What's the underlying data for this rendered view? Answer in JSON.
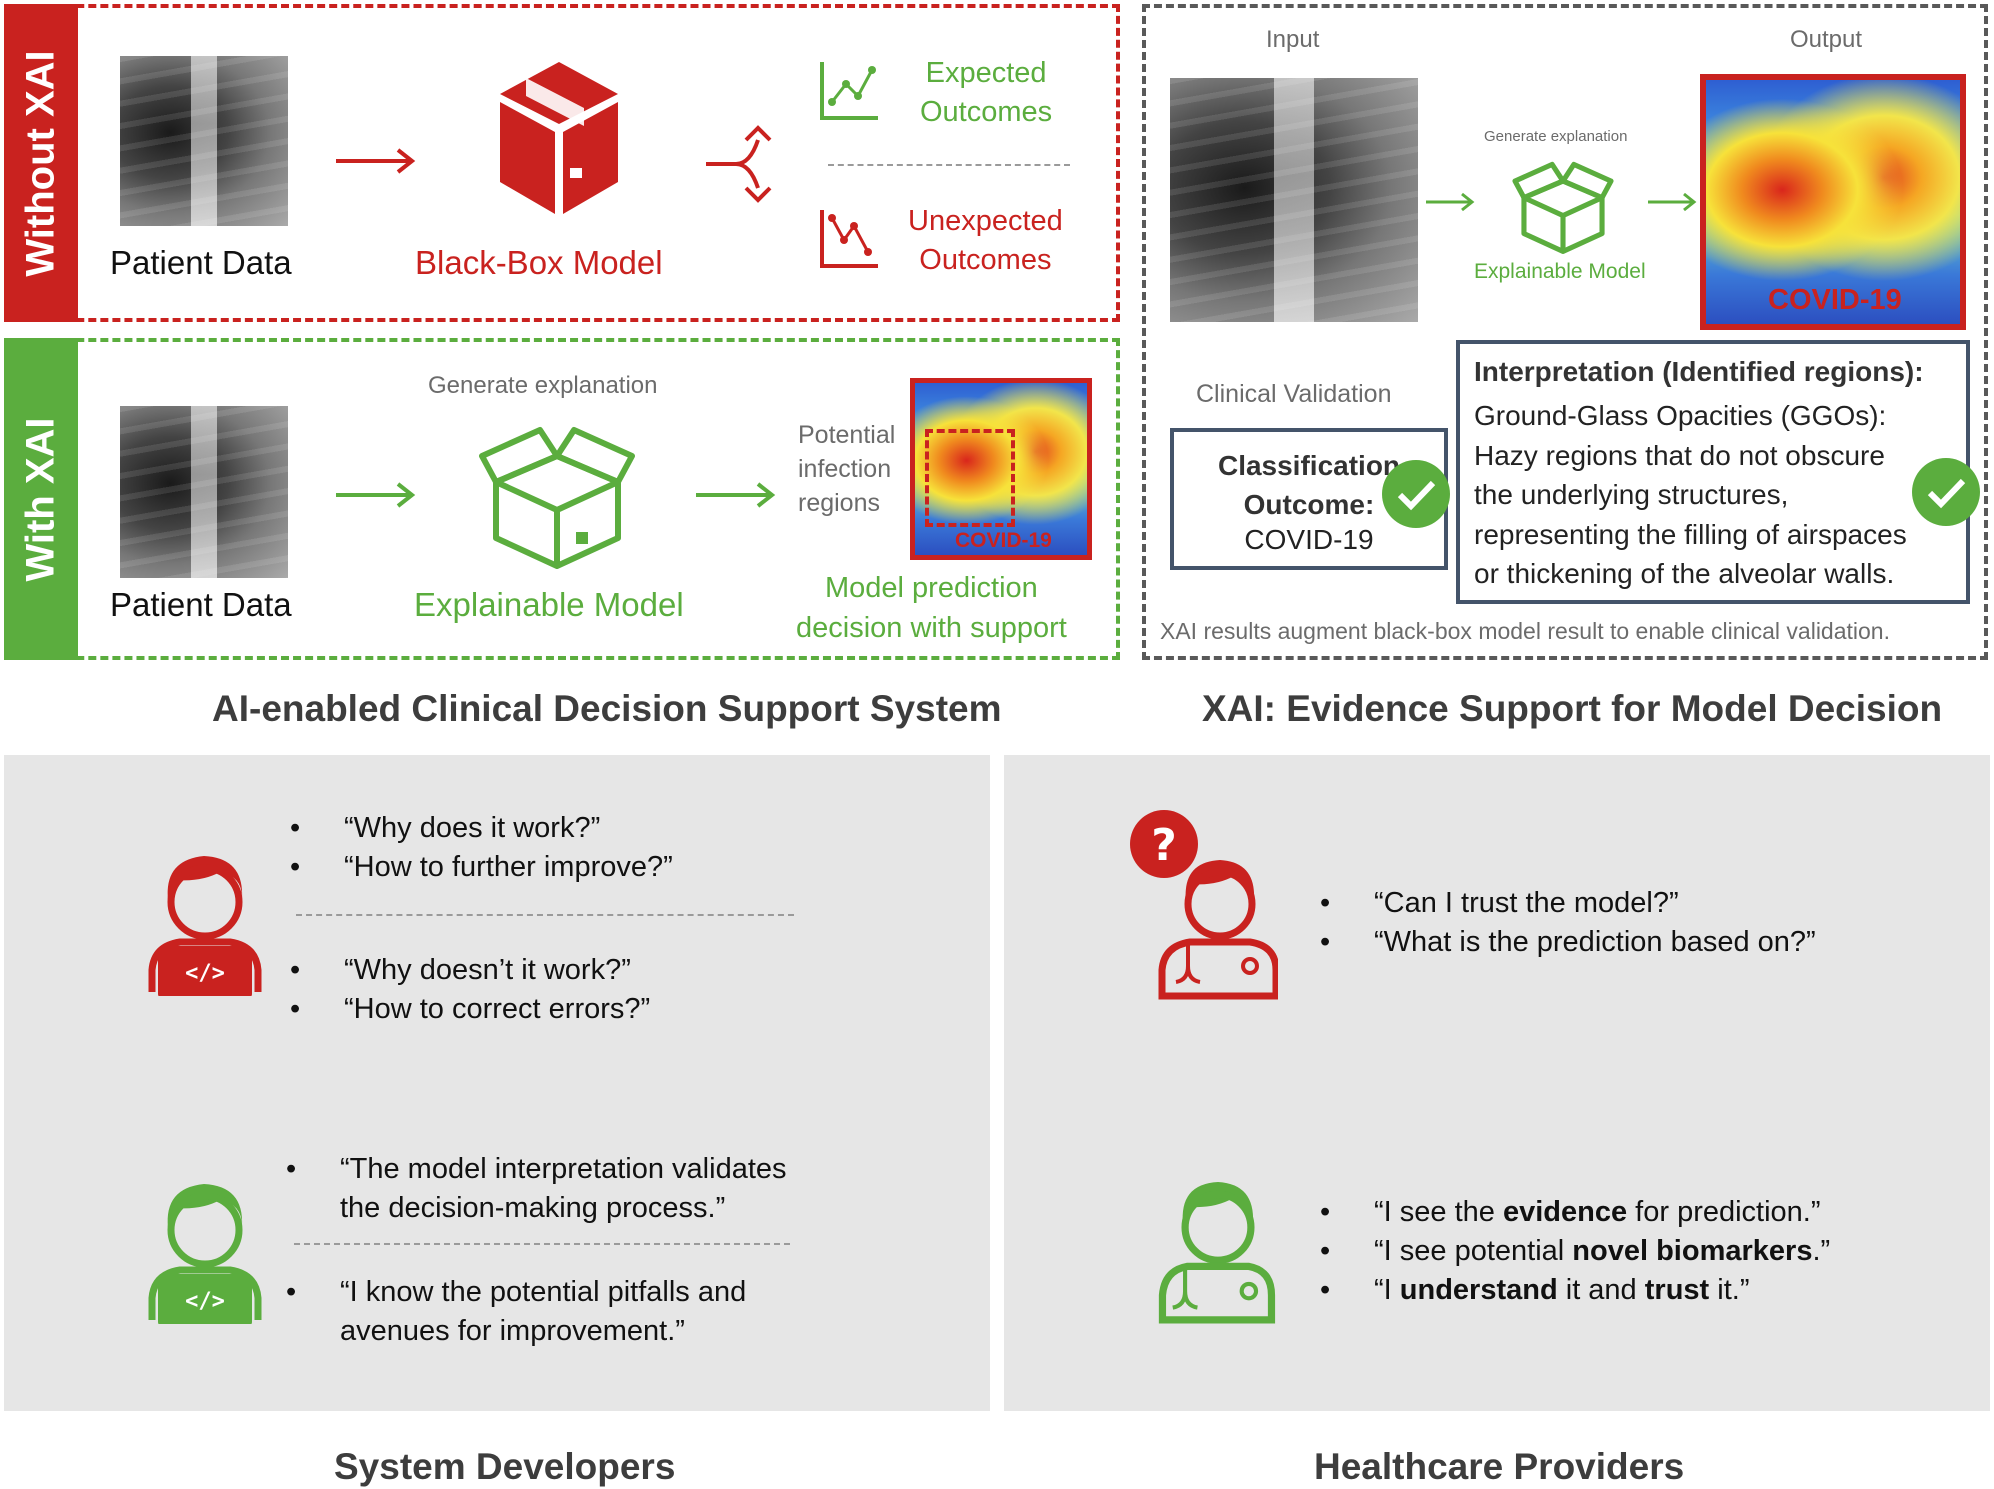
{
  "without_xai": {
    "tab_label": "Without XAI",
    "input_label": "Patient Data",
    "model_label": "Black-Box Model",
    "expected": "Expected\nOutcomes",
    "unexpected": "Unexpected\nOutcomes"
  },
  "with_xai": {
    "tab_label": "With XAI",
    "input_label": "Patient Data",
    "generate": "Generate explanation",
    "model_label": "Explainable Model",
    "regions": "Potential\ninfection\nregions",
    "heat_label": "COVID-19",
    "prediction": "Model prediction\ndecision with support"
  },
  "xai_panel": {
    "input": "Input",
    "output": "Output",
    "generate": "Generate explanation",
    "model_label": "Explainable Model",
    "heat_label": "COVID-19",
    "clinical_validation": "Clinical Validation",
    "classification_title": "Classification\nOutcome:",
    "classification_value": "COVID-19",
    "interp_title": "Interpretation (Identified regions):",
    "interp_body": "Ground-Glass Opacities (GGOs):\nHazy regions that do not obscure\nthe underlying structures,\nrepresenting the filling of airspaces\nor thickening of the alveolar walls.",
    "footer": "XAI results augment black-box model result to enable clinical validation."
  },
  "titles": {
    "left": "AI-enabled Clinical Decision Support System",
    "right": "XAI: Evidence Support for Model Decision",
    "dev": "System Developers",
    "hcp": "Healthcare Providers"
  },
  "developers": {
    "red_q1": [
      "“Why does it work?”",
      "“How to further improve?”"
    ],
    "red_q2": [
      "“Why doesn’t it work?”",
      "“How to correct errors?”"
    ],
    "green_q1": "“The model interpretation validates\nthe decision-making process.”",
    "green_q2": "“I know the potential pitfalls and\navenues for improvement.”"
  },
  "providers": {
    "red_q": [
      "“Can I trust the model?”",
      "“What is the prediction based on?”"
    ],
    "green_q": [
      {
        "pre": "“I see the ",
        "bold": "evidence",
        "post": " for prediction.”"
      },
      {
        "pre": "“I see potential ",
        "bold": "novel biomarkers",
        "post": ".”"
      },
      {
        "pre": "“I ",
        "bold": "understand",
        "mid": " it and ",
        "bold2": "trust",
        "post": " it.”"
      }
    ]
  },
  "colors": {
    "red": "#c9221f",
    "green": "#5bad3e",
    "slate": "#44546a",
    "panel_grey": "#e6e6e6"
  }
}
